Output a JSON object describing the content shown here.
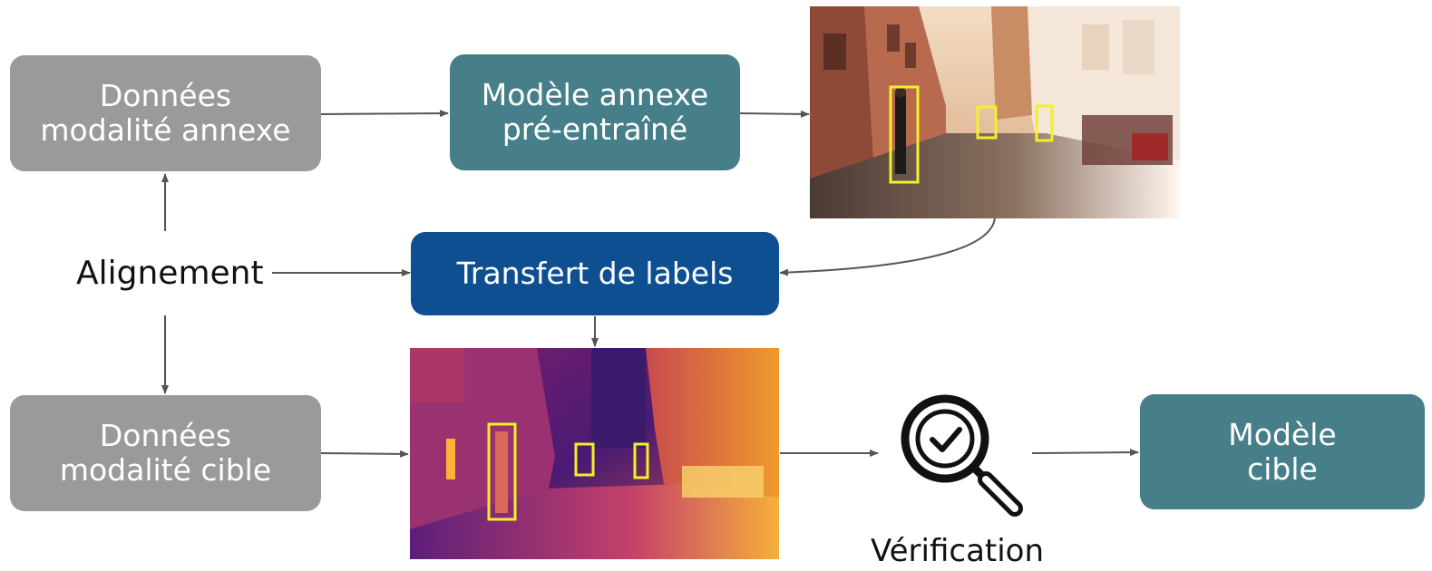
{
  "nodes": {
    "donnees_annexe": "Données\nmodalité annexe",
    "modele_annexe": "Modèle annexe\npré-entraîné",
    "alignement": "Alignement",
    "transfert": "Transfert de labels",
    "donnees_cible": "Données\nmodalité cible",
    "verification": "Vérification",
    "modele_cible": "Modèle\ncible"
  },
  "colors": {
    "grey_box": "#9a9a9a",
    "teal_box": "#467f8a",
    "blue_box": "#0e4f92",
    "arrow": "#555555",
    "detection_box": "#f2f02a"
  },
  "images": {
    "rgb_scene": "color street photo with pedestrian detections",
    "thermal_scene": "thermal street image with transferred detections"
  },
  "icons": {
    "verification": "magnifier-check-icon"
  }
}
